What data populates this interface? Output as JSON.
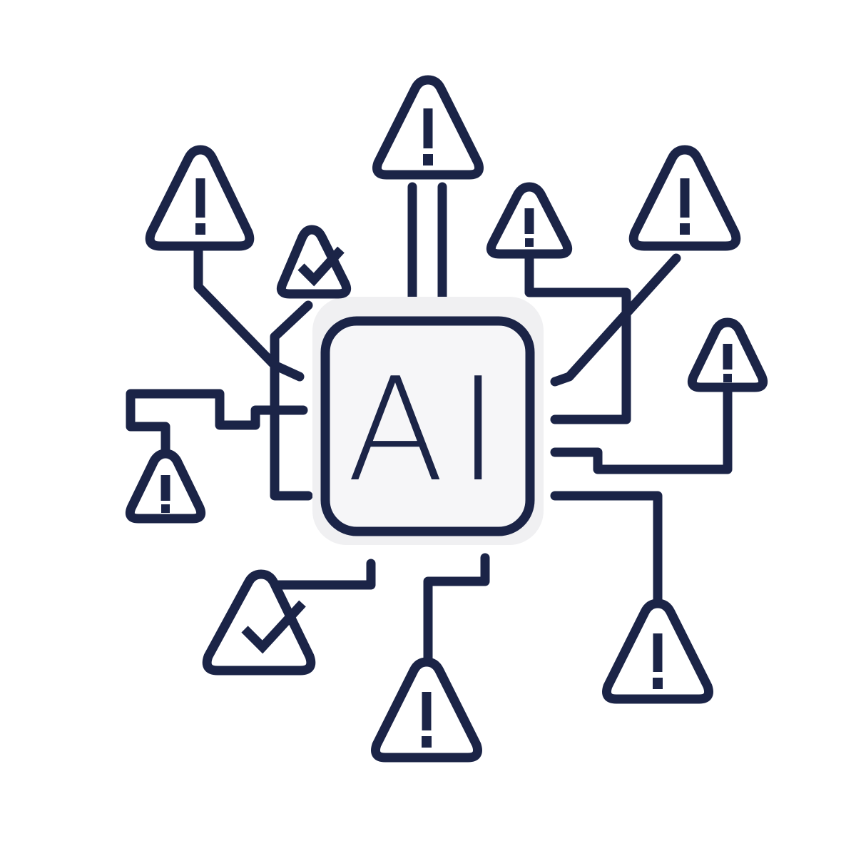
{
  "chip": {
    "label": "AI"
  },
  "colors": {
    "ink": "#1b2447",
    "chip_fill": "#f6f6f8",
    "chip_halo": "#f0f0f2",
    "symbol_fill": "#ffffff",
    "background": "#ffffff"
  },
  "nodes": [
    {
      "kind": "warning",
      "icon": "warning-icon",
      "position": "top"
    },
    {
      "kind": "warning",
      "icon": "warning-icon",
      "position": "top-left"
    },
    {
      "kind": "check",
      "icon": "checkmark-icon",
      "position": "upper-left"
    },
    {
      "kind": "warning",
      "icon": "warning-icon",
      "position": "upper-right-small"
    },
    {
      "kind": "warning",
      "icon": "warning-icon",
      "position": "top-right"
    },
    {
      "kind": "warning",
      "icon": "warning-icon",
      "position": "right"
    },
    {
      "kind": "warning",
      "icon": "warning-icon",
      "position": "left"
    },
    {
      "kind": "check",
      "icon": "checkmark-icon",
      "position": "bottom-left"
    },
    {
      "kind": "warning",
      "icon": "warning-icon",
      "position": "bottom"
    },
    {
      "kind": "warning",
      "icon": "warning-icon",
      "position": "bottom-right"
    }
  ]
}
